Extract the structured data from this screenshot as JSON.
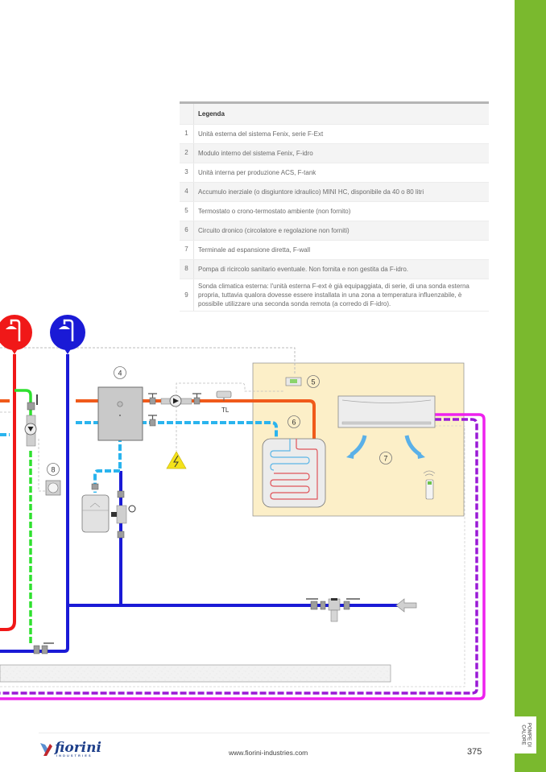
{
  "legend": {
    "header": "Legenda",
    "rows": [
      {
        "num": "1",
        "text": "Unità esterna del sistema Fenix, serie F-Ext"
      },
      {
        "num": "2",
        "text": "Modulo interno del sistema Fenix, F-idro"
      },
      {
        "num": "3",
        "text": "Unità interna per produzione ACS, F-tank"
      },
      {
        "num": "4",
        "text": "Accumulo inerziale (o disgiuntore idraulico) MINI HC, disponibile da 40 o 80 litri"
      },
      {
        "num": "5",
        "text": "Termostato o crono-termostato ambiente (non fornito)"
      },
      {
        "num": "6",
        "text": "Circuito dronico (circolatore e regolazione non forniti)"
      },
      {
        "num": "7",
        "text": "Terminale ad espansione diretta, F-wall"
      },
      {
        "num": "8",
        "text": "Pompa di ricircolo sanitario eventuale. Non fornita e non gestita da F-idro."
      },
      {
        "num": "9",
        "text": "Sonda climatica esterna: l'unità esterna F-ext è già equipaggiata, di serie, di una sonda esterna propria, tuttavia qualora dovesse essere installata in una zona a temperatura influenzabile, è possibile utilizzare una seconda sonda remota (a corredo di F-idro)."
      }
    ]
  },
  "diagram": {
    "callouts": {
      "c4": "4",
      "c5": "5",
      "c6": "6",
      "c7": "7",
      "c8": "8"
    },
    "tl_label": "TL",
    "colors": {
      "hot_water": "#f01818",
      "cold_water": "#1a1ad6",
      "heating_flow": "#f05a1a",
      "heating_return": "#2ab4ee",
      "recirculation": "#2ee02e",
      "refrigerant": "#ee22ee",
      "refrigerant_dashed": "#9a1ad6",
      "room_bg": "#fcefc8"
    }
  },
  "sidebar": {
    "tab_line1": "POMPE DI",
    "tab_line2": "CALORE",
    "color": "#7ab92e"
  },
  "footer": {
    "logo_word": "fiorini",
    "logo_sub": "INDUSTRIES",
    "url": "www.fiorini-industries.com",
    "page_number": "375"
  }
}
